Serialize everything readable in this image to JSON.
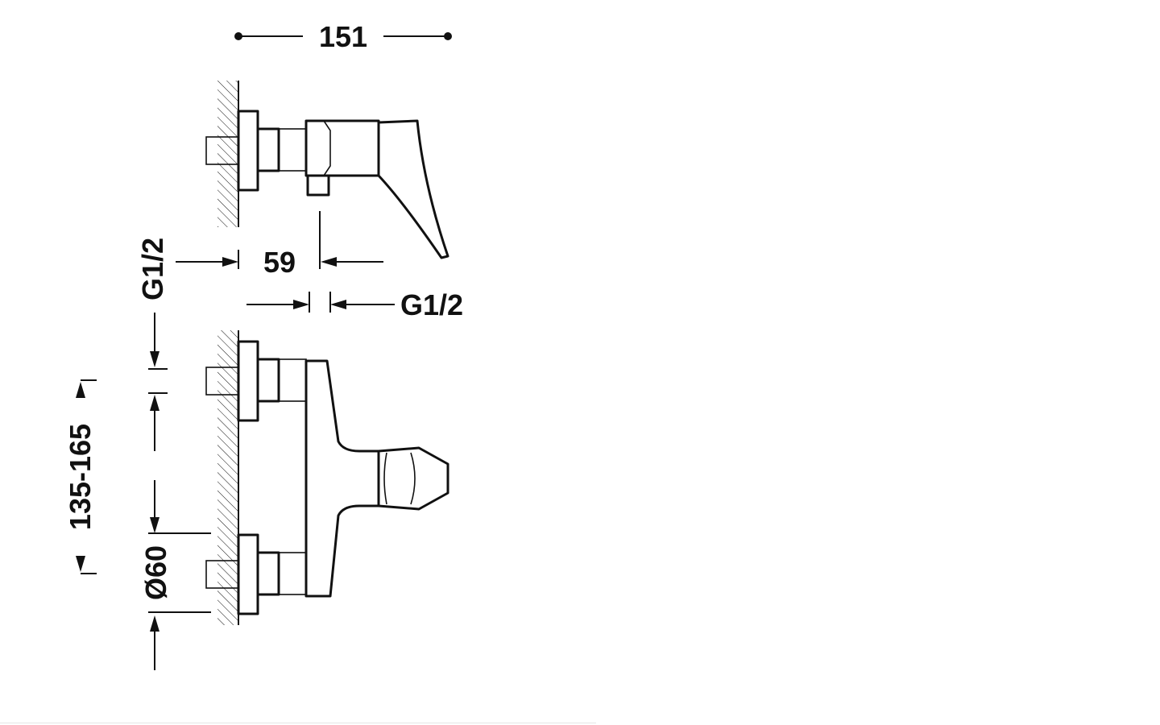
{
  "diagram": {
    "dimensions": {
      "overall_width": "151",
      "inlet_offset": "59",
      "thread_side": "G1/2",
      "thread_front": "G1/2",
      "centers": "135-165",
      "flange_diameter": "Ø60"
    },
    "colors": {
      "line": "#111111",
      "background": "#ffffff"
    }
  }
}
